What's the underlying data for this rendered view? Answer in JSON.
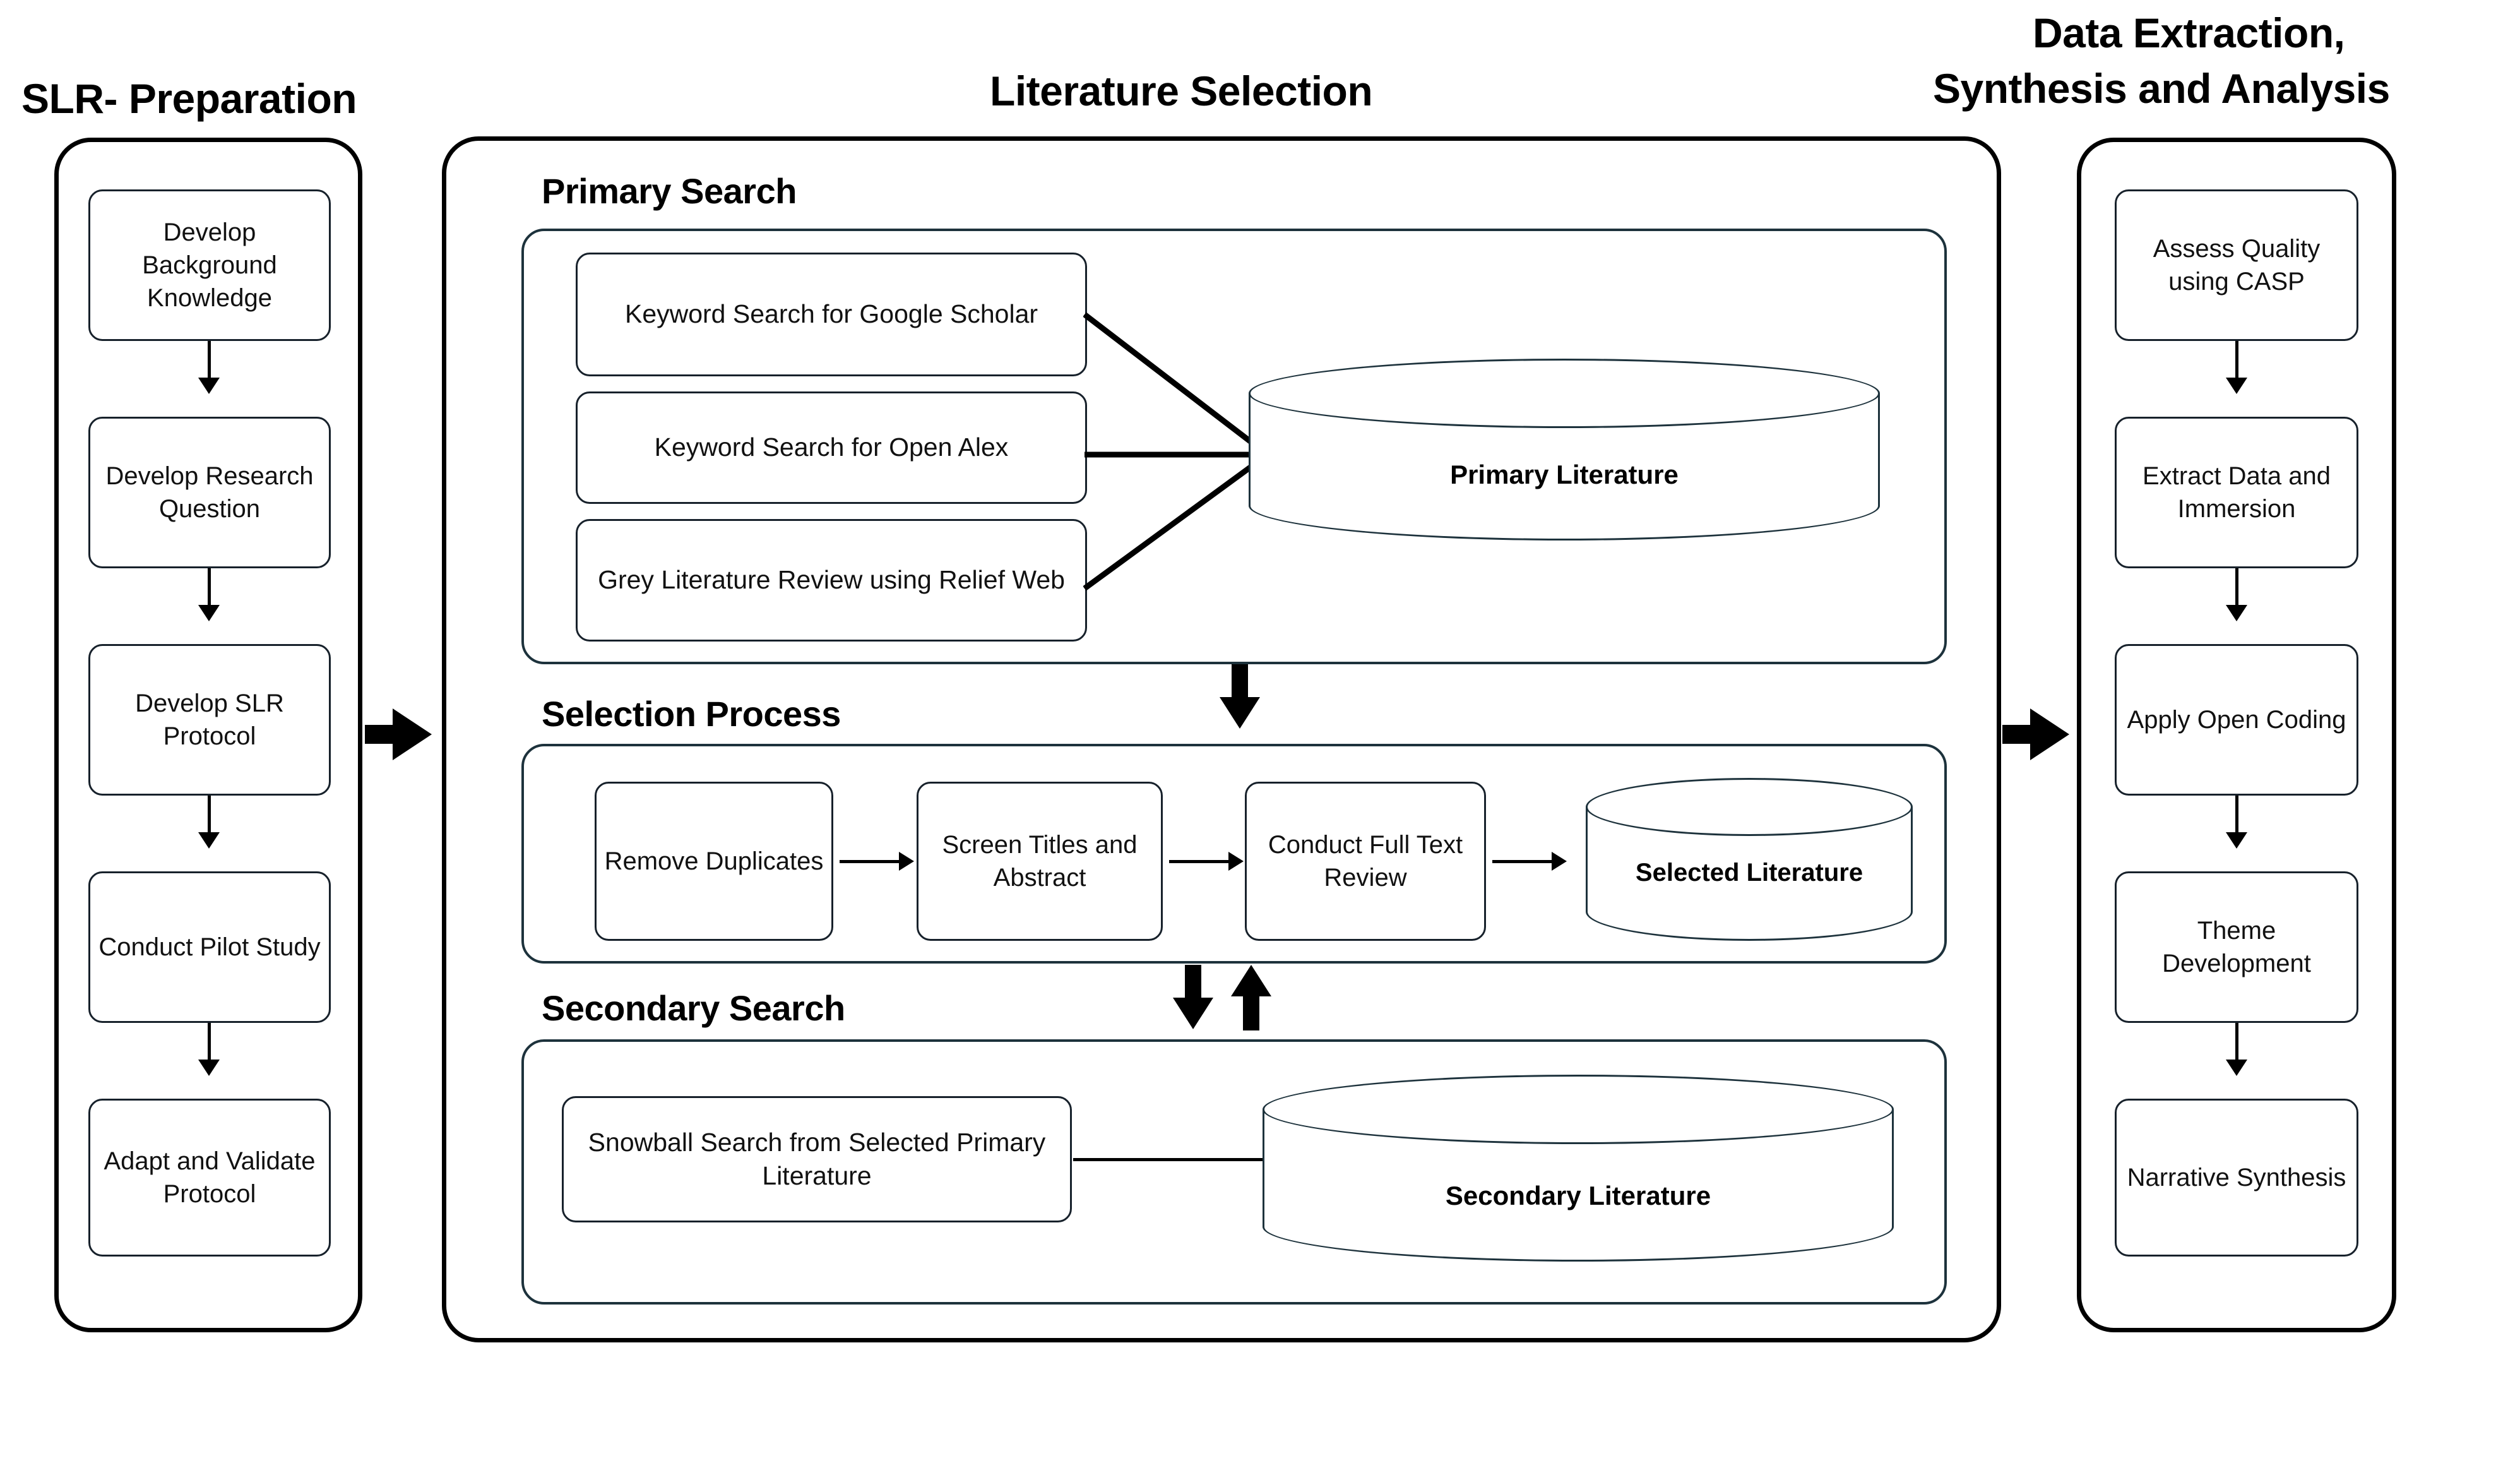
{
  "diagram": {
    "title_left": "SLR- Preparation",
    "title_middle": "Literature Selection",
    "title_right_line1": "Data Extraction,",
    "title_right_line2": "Synthesis and Analysis"
  },
  "preparation": {
    "steps": [
      {
        "label": "Develop Background Knowledge"
      },
      {
        "label": "Develop Research Question"
      },
      {
        "label": "Develop SLR Protocol"
      },
      {
        "label": "Conduct Pilot Study"
      },
      {
        "label": "Adapt and Validate Protocol"
      }
    ]
  },
  "literature_selection": {
    "primary_search": {
      "heading": "Primary Search",
      "sources": [
        {
          "label": "Keyword Search for Google Scholar"
        },
        {
          "label": "Keyword Search for Open Alex"
        },
        {
          "label": "Grey Literature Review using Relief Web"
        }
      ],
      "store": {
        "label": "Primary Literature"
      }
    },
    "selection_process": {
      "heading": "Selection Process",
      "steps": [
        {
          "label": "Remove Duplicates"
        },
        {
          "label": "Screen Titles and Abstract"
        },
        {
          "label": "Conduct Full Text Review"
        }
      ],
      "store": {
        "label": "Selected Literature"
      }
    },
    "secondary_search": {
      "heading": "Secondary Search",
      "steps": [
        {
          "label": "Snowball Search from Selected Primary Literature"
        }
      ],
      "store": {
        "label": "Secondary Literature"
      }
    }
  },
  "analysis": {
    "steps": [
      {
        "label": "Assess Quality using CASP"
      },
      {
        "label": "Extract Data and Immersion"
      },
      {
        "label": "Apply Open Coding"
      },
      {
        "label": "Theme Development"
      },
      {
        "label": "Narrative Synthesis"
      }
    ]
  },
  "colors": {
    "outline_strong": "#000000",
    "outline_panel": "#1d323c",
    "background": "#ffffff"
  }
}
